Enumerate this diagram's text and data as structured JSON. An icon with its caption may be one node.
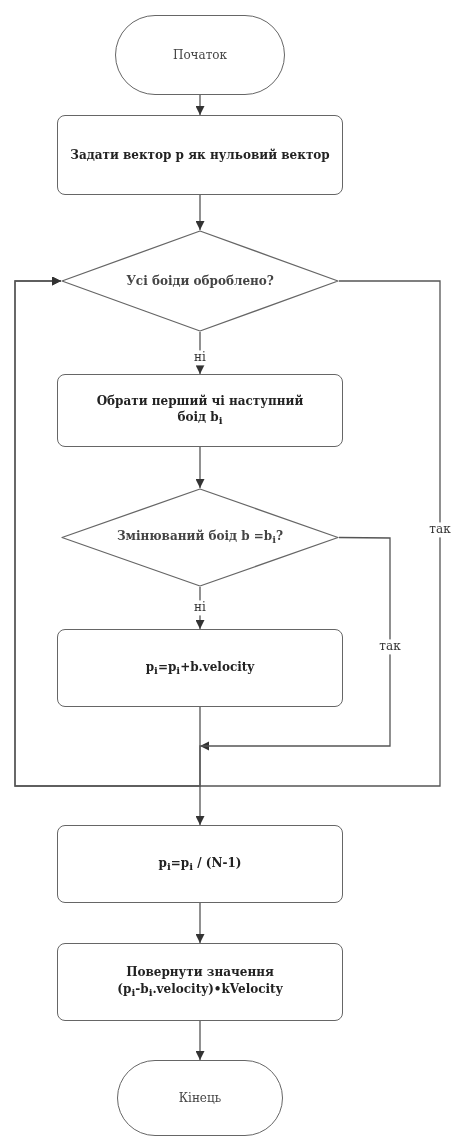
{
  "diagram": {
    "nodes": [
      {
        "text": [
          "Початок"
        ]
      },
      {
        "text": [
          "Задати вектор p як нульовий вектор"
        ]
      },
      {
        "text": [
          "Усі боіди оброблено?"
        ]
      },
      {
        "text": [
          "Обрати перший чі наступний боід b$_{i}$"
        ]
      },
      {
        "text": [
          "Змінюваний боід **b** =b$_{i}$?"
        ]
      },
      {
        "text": [
          "p$_{i}$=p$_{i}$+b.velocity"
        ]
      },
      {
        "text": [
          "p$_{i}$=p$_{i}$ / (N-1)"
        ]
      },
      {
        "text": [
          "Повернути значення (p$_{i}$-b$_{i}$.velocity)•kVelocity"
        ]
      },
      {
        "text": [
          "Кінець"
        ]
      }
    ],
    "edges": [
      {
        "from": 0,
        "to": 1,
        "arrow": "to"
      },
      {
        "from": 1,
        "to": 2,
        "arrow": "to"
      },
      {
        "from": 2,
        "to": 3,
        "arrow": "to",
        "label": "ні"
      },
      {
        "from": 3,
        "to": 4,
        "arrow": "to"
      },
      {
        "from": 4,
        "to": 5,
        "arrow": "to",
        "label": "ні"
      },
      {
        "from": 4,
        "to": 2,
        "arrow": "to",
        "label": "так"
      },
      {
        "from": 5,
        "to": 2,
        "arrow": "to"
      },
      {
        "from": 2,
        "to": 6,
        "arrow": "to",
        "label": "так"
      },
      {
        "from": 6,
        "to": 7,
        "arrow": "to"
      },
      {
        "from": 7,
        "to": 8,
        "arrow": "to"
      }
    ]
  }
}
